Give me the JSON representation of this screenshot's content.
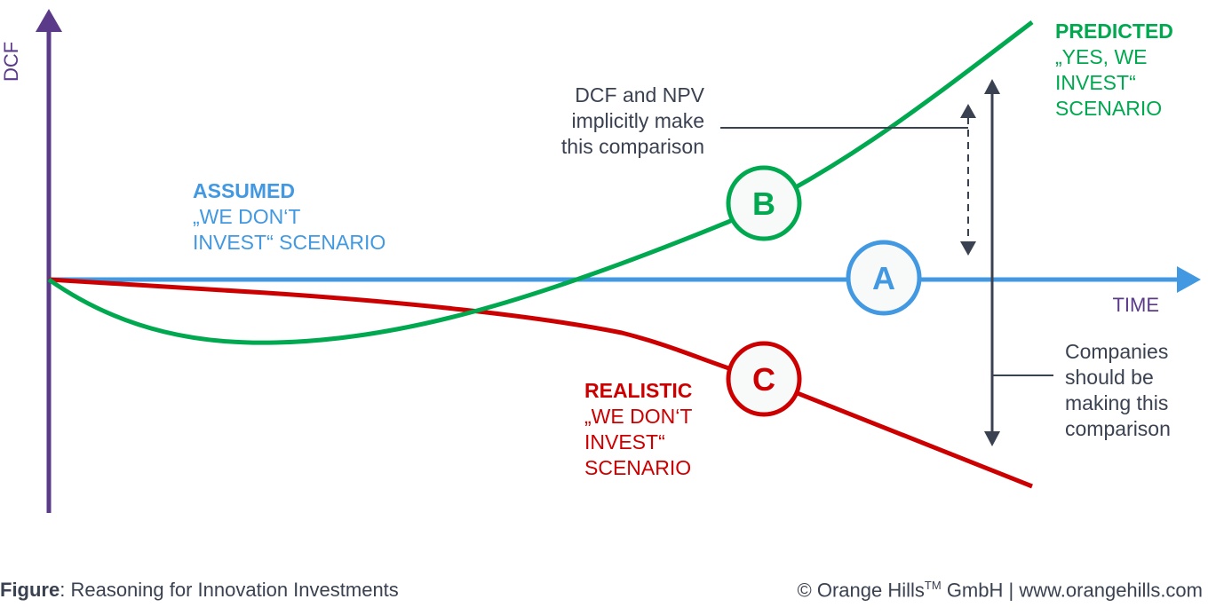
{
  "colors": {
    "axis": "#5b3a8a",
    "assumed": "#4299e1",
    "predicted": "#00a84f",
    "realistic": "#cc0000",
    "annotation": "#3a4150"
  },
  "axes": {
    "y_label": "DCF",
    "x_label": "TIME"
  },
  "assumed": {
    "title": "ASSUMED",
    "line1": "„WE DON‘T",
    "line2": "INVEST“ SCENARIO",
    "marker": "A"
  },
  "predicted": {
    "title": "PREDICTED",
    "line1": "„YES, WE",
    "line2": "INVEST“",
    "line3": "SCENARIO",
    "marker": "B"
  },
  "realistic": {
    "title": "REALISTIC",
    "line1": "„WE DON‘T",
    "line2": "INVEST“",
    "line3": "SCENARIO",
    "marker": "C"
  },
  "annotations": {
    "implicit": {
      "line1": "DCF and NPV",
      "line2": "implicitly make",
      "line3": "this comparison"
    },
    "should": {
      "line1": "Companies",
      "line2": "should be",
      "line3": "making this",
      "line4": "comparison"
    }
  },
  "footer": {
    "figure_label": "Figure",
    "caption": ": Reasoning for Innovation Investments",
    "copyright": "© Orange Hills",
    "tm": "TM",
    "company": " GmbH",
    "separator": "|",
    "website": "www.orangehills.com"
  }
}
